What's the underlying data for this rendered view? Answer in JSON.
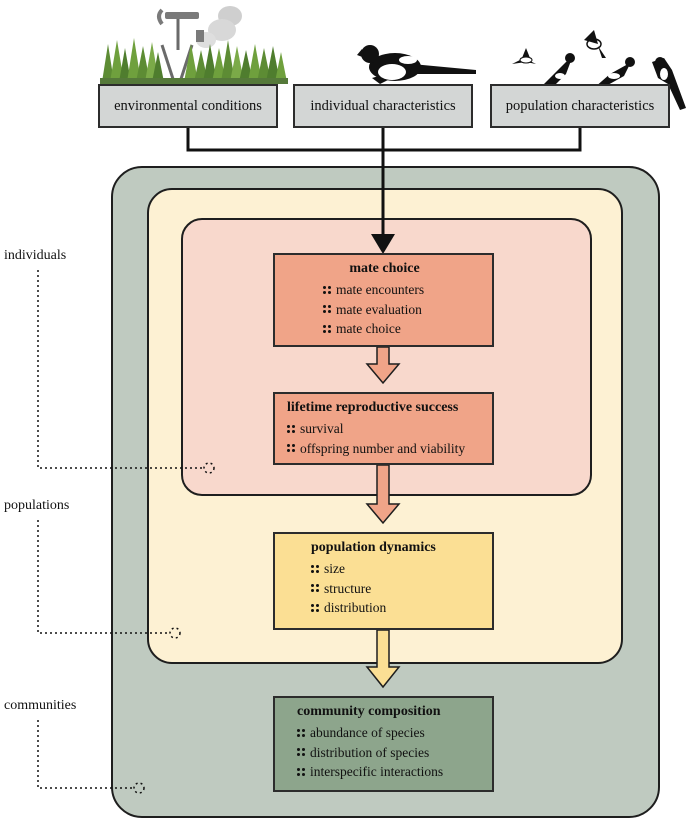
{
  "top_boxes": {
    "environmental": "environmental conditions",
    "individual": "individual characteristics",
    "population": "population characteristics"
  },
  "levels": {
    "individuals": "individuals",
    "populations": "populations",
    "communities": "communities"
  },
  "mate_choice": {
    "title": "mate choice",
    "items": [
      "mate encounters",
      "mate evaluation",
      "mate choice"
    ]
  },
  "lrs": {
    "title": "lifetime reproductive success",
    "items": [
      "survival",
      "offspring number and viability"
    ]
  },
  "pop_dynamics": {
    "title": "population dynamics",
    "items": [
      "size",
      "structure",
      "distribution"
    ]
  },
  "community": {
    "title": "community composition",
    "items": [
      "abundance of species",
      "distribution of species",
      "interspecific interactions"
    ]
  },
  "colors": {
    "community_bg": "#bfcac0",
    "population_bg": "#fdf1d3",
    "individual_bg": "#f8d8cc",
    "mate_box": "#f0a488",
    "pop_box": "#fbdf94",
    "community_box": "#8da58c",
    "top_box": "#d3d6d5",
    "arrow_orange": "#f0a488",
    "arrow_yellow": "#fbdf94"
  }
}
